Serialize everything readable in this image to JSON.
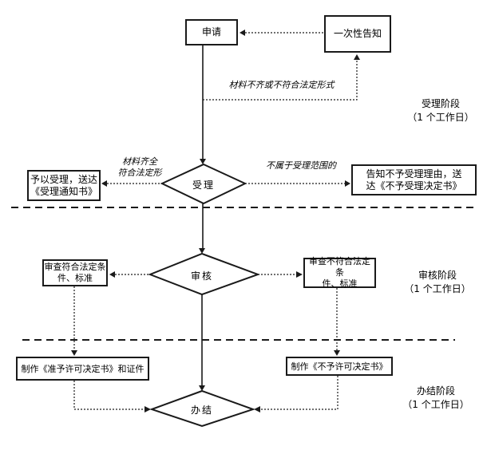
{
  "diagram": {
    "nodes": {
      "apply": {
        "label": "申请"
      },
      "notice": {
        "label": "一次性告知"
      },
      "accept": {
        "label": "受理"
      },
      "review": {
        "label": "审核"
      },
      "finish": {
        "label": "办结"
      },
      "accept_result": {
        "line1": "予以受理，送达",
        "line2": "《受理通知书》"
      },
      "reject_result": {
        "line1": "告知不予受理理由，送",
        "line2": "达《不予受理决定书》"
      },
      "review_pass": {
        "line1": "审查符合法定条",
        "line2": "件、标准"
      },
      "review_fail": {
        "line1": "审查不符合法定条",
        "line2": "件、标准"
      },
      "make_permit": {
        "label": "制作《准予许可决定书》和证件"
      },
      "make_denial": {
        "label": "制作《不予许可决定书》"
      }
    },
    "edge_labels": {
      "incomplete": "材料不齐或不符合法定形式",
      "complete_line1": "材料齐全",
      "complete_line2": "符合法定形",
      "out_of_scope": "不属于受理范围的"
    },
    "stages": {
      "acceptance": {
        "name": "受理阶段",
        "duration": "（1 个工作日）"
      },
      "review": {
        "name": "审核阶段",
        "duration": "（1 个工作日）"
      },
      "completion": {
        "name": "办结阶段",
        "duration": "（1 个工作日）"
      }
    },
    "colors": {
      "line": "#1a1a1a",
      "background": "#ffffff",
      "text": "#000000"
    }
  }
}
